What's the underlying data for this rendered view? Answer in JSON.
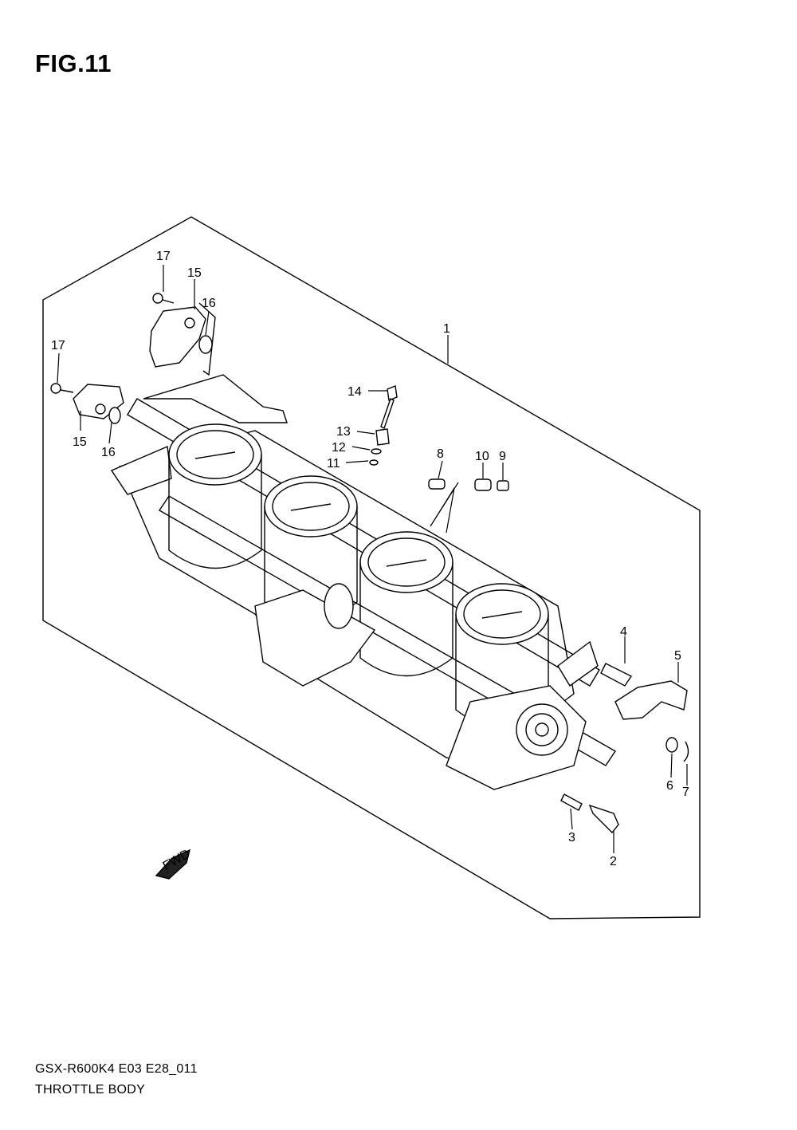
{
  "figure": {
    "title": "FIG.11"
  },
  "footer": {
    "code": "GSX-R600K4 E03 E28_011",
    "caption": "THROTTLE BODY"
  },
  "fwd_label": "FWD",
  "callouts": [
    {
      "id": "c1",
      "label": "1"
    },
    {
      "id": "c2",
      "label": "2"
    },
    {
      "id": "c3",
      "label": "3"
    },
    {
      "id": "c4",
      "label": "4"
    },
    {
      "id": "c5",
      "label": "5"
    },
    {
      "id": "c6",
      "label": "6"
    },
    {
      "id": "c7",
      "label": "7"
    },
    {
      "id": "c8",
      "label": "8"
    },
    {
      "id": "c9",
      "label": "9"
    },
    {
      "id": "c10",
      "label": "10"
    },
    {
      "id": "c11",
      "label": "11"
    },
    {
      "id": "c12",
      "label": "12"
    },
    {
      "id": "c13",
      "label": "13"
    },
    {
      "id": "c14",
      "label": "14"
    },
    {
      "id": "c15a",
      "label": "15"
    },
    {
      "id": "c15b",
      "label": "15"
    },
    {
      "id": "c16a",
      "label": "16"
    },
    {
      "id": "c16b",
      "label": "16"
    },
    {
      "id": "c17a",
      "label": "17"
    },
    {
      "id": "c17b",
      "label": "17"
    }
  ]
}
